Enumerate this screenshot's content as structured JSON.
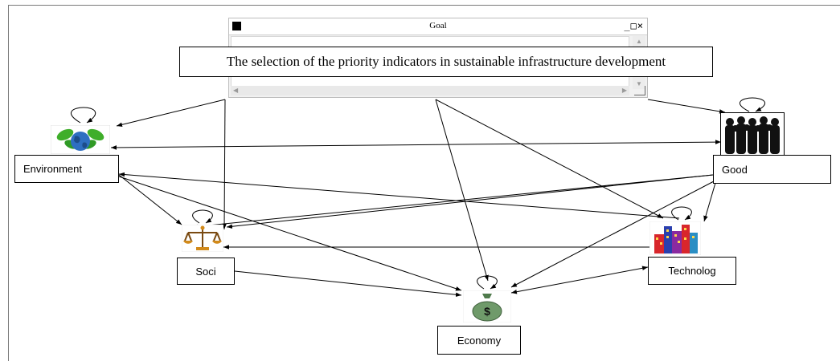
{
  "goal_window": {
    "title": "Goal",
    "window_buttons": "_□×"
  },
  "goal_text": "The selection of the priority indicators in sustainable infrastructure development",
  "nodes": {
    "environment": "Environment",
    "good": "Good",
    "soci": "Soci",
    "technolog": "Technolog",
    "economy": "Economy"
  },
  "icons": {
    "environment": "globe-with-leaves-icon",
    "good": "people-crowd-icon",
    "soci": "balance-scale-icon",
    "technolog": "city-buildings-icon",
    "economy": "money-bag-icon"
  }
}
